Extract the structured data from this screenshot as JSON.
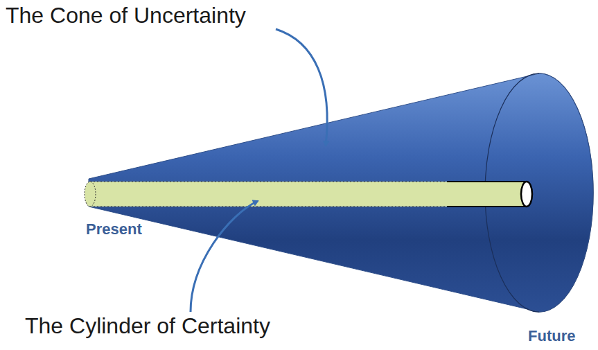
{
  "diagram": {
    "labels": [
      "The Cone of Uncertainty",
      "The Cylinder of Certainty",
      "Present",
      "Future"
    ]
  }
}
